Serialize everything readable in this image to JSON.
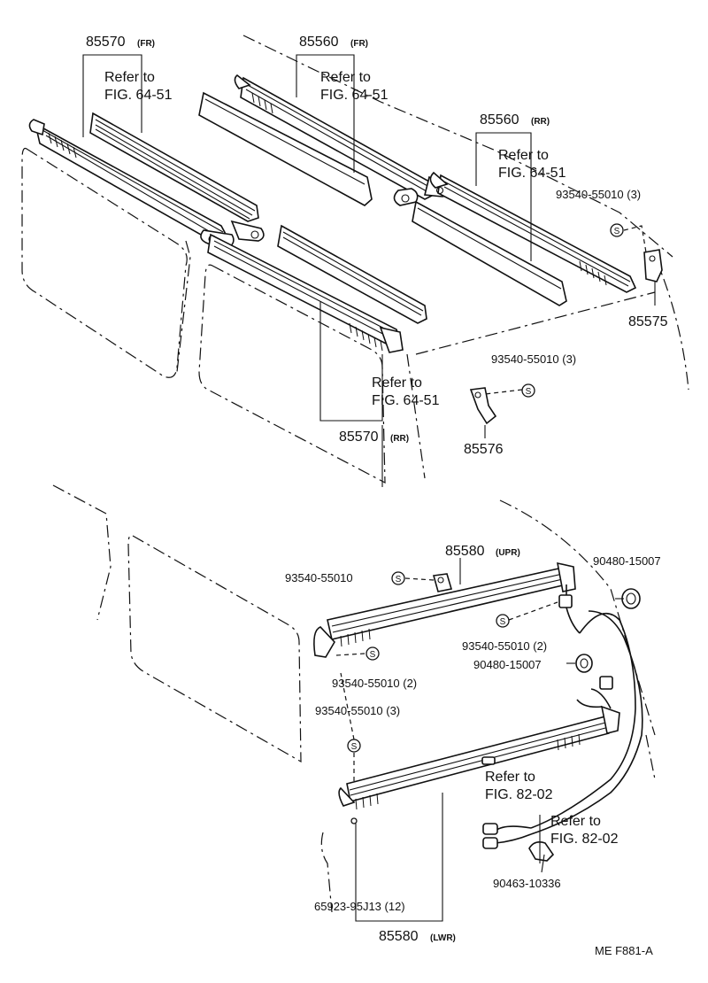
{
  "labels": {
    "p85570_fr": "85570",
    "p85570_fr_tag": "(FR)",
    "p85560_fr": "85560",
    "p85560_fr_tag": "(FR)",
    "p85560_rr": "85560",
    "p85560_rr_tag": "(RR)",
    "ref1_a": "Refer to",
    "ref1_b": "FIG. 64-51",
    "ref2_a": "Refer to",
    "ref2_b": "FIG. 64-51",
    "ref3_a": "Refer to",
    "ref3_b": "FIG. 64-51",
    "ref4_a": "Refer to",
    "ref4_b": "FIG. 64-51",
    "p93540_3_top": "93540-55010  (3)",
    "p85575": "85575",
    "p93540_3_mid": "93540-55010  (3)",
    "p85570_rr": "85570",
    "p85570_rr_tag": "(RR)",
    "p85576": "85576",
    "p85580_upr": "85580",
    "p85580_upr_tag": "(UPR)",
    "p90480_a": "90480-15007",
    "p93540_left": "93540-55010",
    "p93540_2_right": "93540-55010  (2)",
    "p90480_b": "90480-15007",
    "p93540_2_left": "93540-55010  (2)",
    "p93540_3_left": "93540-55010  (3)",
    "ref5_a": "Refer to",
    "ref5_b": "FIG. 82-02",
    "ref6_a": "Refer to",
    "ref6_b": "FIG. 82-02",
    "p90463": "90463-10336",
    "p65923": "65923-95J13 (12)",
    "p85580_lwr": "85580",
    "p85580_lwr_tag": "(LWR)",
    "code": "ME  F881-A"
  },
  "symbols": {
    "clip": "S"
  }
}
